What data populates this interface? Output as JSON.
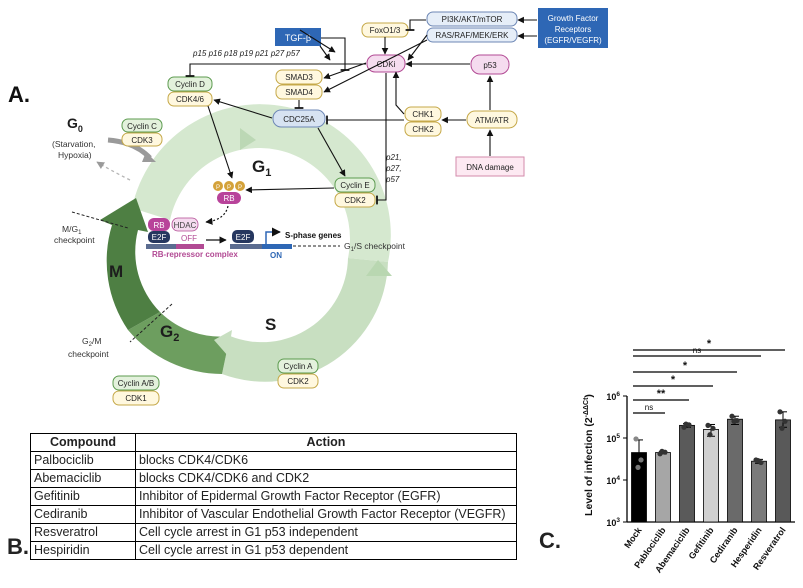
{
  "panels": {
    "a": "A.",
    "b": "B.",
    "c": "C."
  },
  "diagram": {
    "phases": {
      "g0": "G",
      "g0_sub": "0",
      "g0_note_line1": "(Starvation,",
      "g0_note_line2": "Hypoxia)",
      "g1": "G",
      "g1_sub": "1",
      "s": "S",
      "g2": "G",
      "g2_sub": "2",
      "m": "M"
    },
    "checkpoints": {
      "m_g1_line1": "M/G",
      "m_g1_sub": "1",
      "m_g1_line2": "checkpoint",
      "g1_s": "G",
      "g1_s_sub": "1",
      "g1_s_rest": "/S checkpoint",
      "g2_m_line1": "G",
      "g2_m_sub": "2",
      "g2_m_rest": "/M",
      "g2_m_line2": "checkpoint"
    },
    "cyclins": {
      "cyclin_c": "Cyclin C",
      "cdk3": "CDK3",
      "cyclin_d": "Cyclin D",
      "cdk46": "CDK4/6",
      "cyclin_e": "Cyclin E",
      "cdk2_e": "CDK2",
      "cyclin_a": "Cyclin A",
      "cdk2_a": "CDK2",
      "cyclin_ab": "Cyclin A/B",
      "cdk1": "CDK1"
    },
    "nodes": {
      "tgfb": "TGF-β",
      "foxo": "FoxO1/3",
      "pi3k": "PI3K/AKT/mTOR",
      "ras": "RAS/RAF/MEK/ERK",
      "gfr_line1": "Growth Factor",
      "gfr_line2": "Receptors",
      "gfr_line3": "(EGFR/VEGFR)",
      "cdki": "CDKi",
      "p53": "p53",
      "smad3": "SMAD3",
      "smad4": "SMAD4",
      "cdc25a": "CDC25A",
      "chk1": "CHK1",
      "chk2": "CHK2",
      "atm": "ATM/ATR",
      "dna": "DNA damage"
    },
    "inhibitors_top": "p15 p16 p18 p19 p21 p27 p57",
    "inhibitors_side": [
      "p21,",
      "p27,",
      "p57"
    ],
    "rb": {
      "rb": "RB",
      "hdac": "HDAC",
      "e2f": "E2F",
      "off": "OFF",
      "complex": "RB-repressor complex",
      "p": "P",
      "e2f_on": "E2F",
      "on": "ON",
      "genes": "S-phase genes"
    }
  },
  "table": {
    "headers": [
      "Compound",
      "Action"
    ],
    "rows": [
      [
        "Palbociclib",
        "blocks CDK4/CDK6"
      ],
      [
        "Abemaciclib",
        "blocks CDK4/CDK6 and CDK2"
      ],
      [
        "Gefitinib",
        "Inhibitor of Epidermal Growth Factor Receptor (EGFR)"
      ],
      [
        "Cediranib",
        "Inhibitor of Vascular Endothelial Growth Factor Receptor (VEGFR)"
      ],
      [
        "Resveratrol",
        "Cell cycle arrest in G1 p53 independent"
      ],
      [
        "Hespiridin",
        "Cell cycle arrest in G1 p53 dependent"
      ]
    ]
  },
  "chart_data": {
    "type": "bar",
    "categories": [
      "Mock",
      "Pablociclib",
      "Abemaciclib",
      "Gefitinib",
      "Cediranib",
      "Hesperidin",
      "Resveratrol"
    ],
    "values": [
      45000,
      45000,
      200000,
      160000,
      280000,
      28000,
      270000
    ],
    "error_low": [
      15000,
      42000,
      180000,
      110000,
      210000,
      25000,
      180000
    ],
    "error_high": [
      90000,
      48000,
      220000,
      210000,
      330000,
      31000,
      420000
    ],
    "points": [
      [
        95000,
        30000,
        20000
      ],
      [
        42000,
        46000,
        48000
      ],
      [
        180000,
        205000,
        215000
      ],
      [
        200000,
        170000,
        120000
      ],
      [
        330000,
        260000,
        250000
      ],
      [
        30000,
        26000,
        29000
      ],
      [
        420000,
        250000,
        170000
      ]
    ],
    "bar_colors": [
      "#000000",
      "#a6a6a6",
      "#5a5a5a",
      "#d0d0d0",
      "#6a6a6a",
      "#7a7a7a",
      "#595959"
    ],
    "ylabel": "Level of infection (2",
    "ylabel_sup": "-ΔΔCt",
    "ylabel_end": ")",
    "yscale": "log",
    "ylim": [
      1000,
      1000000
    ],
    "yticks": [
      {
        "v": 1000,
        "base": "10",
        "exp": "3"
      },
      {
        "v": 10000,
        "base": "10",
        "exp": "4"
      },
      {
        "v": 100000,
        "base": "10",
        "exp": "5"
      },
      {
        "v": 1000000,
        "base": "10",
        "exp": "6"
      }
    ],
    "significance": [
      {
        "to": 1,
        "label": "ns"
      },
      {
        "to": 2,
        "label": "**"
      },
      {
        "to": 3,
        "label": "*"
      },
      {
        "to": 4,
        "label": "*"
      },
      {
        "to": 5,
        "label": "ns"
      },
      {
        "to": 6,
        "label": "*"
      }
    ]
  }
}
